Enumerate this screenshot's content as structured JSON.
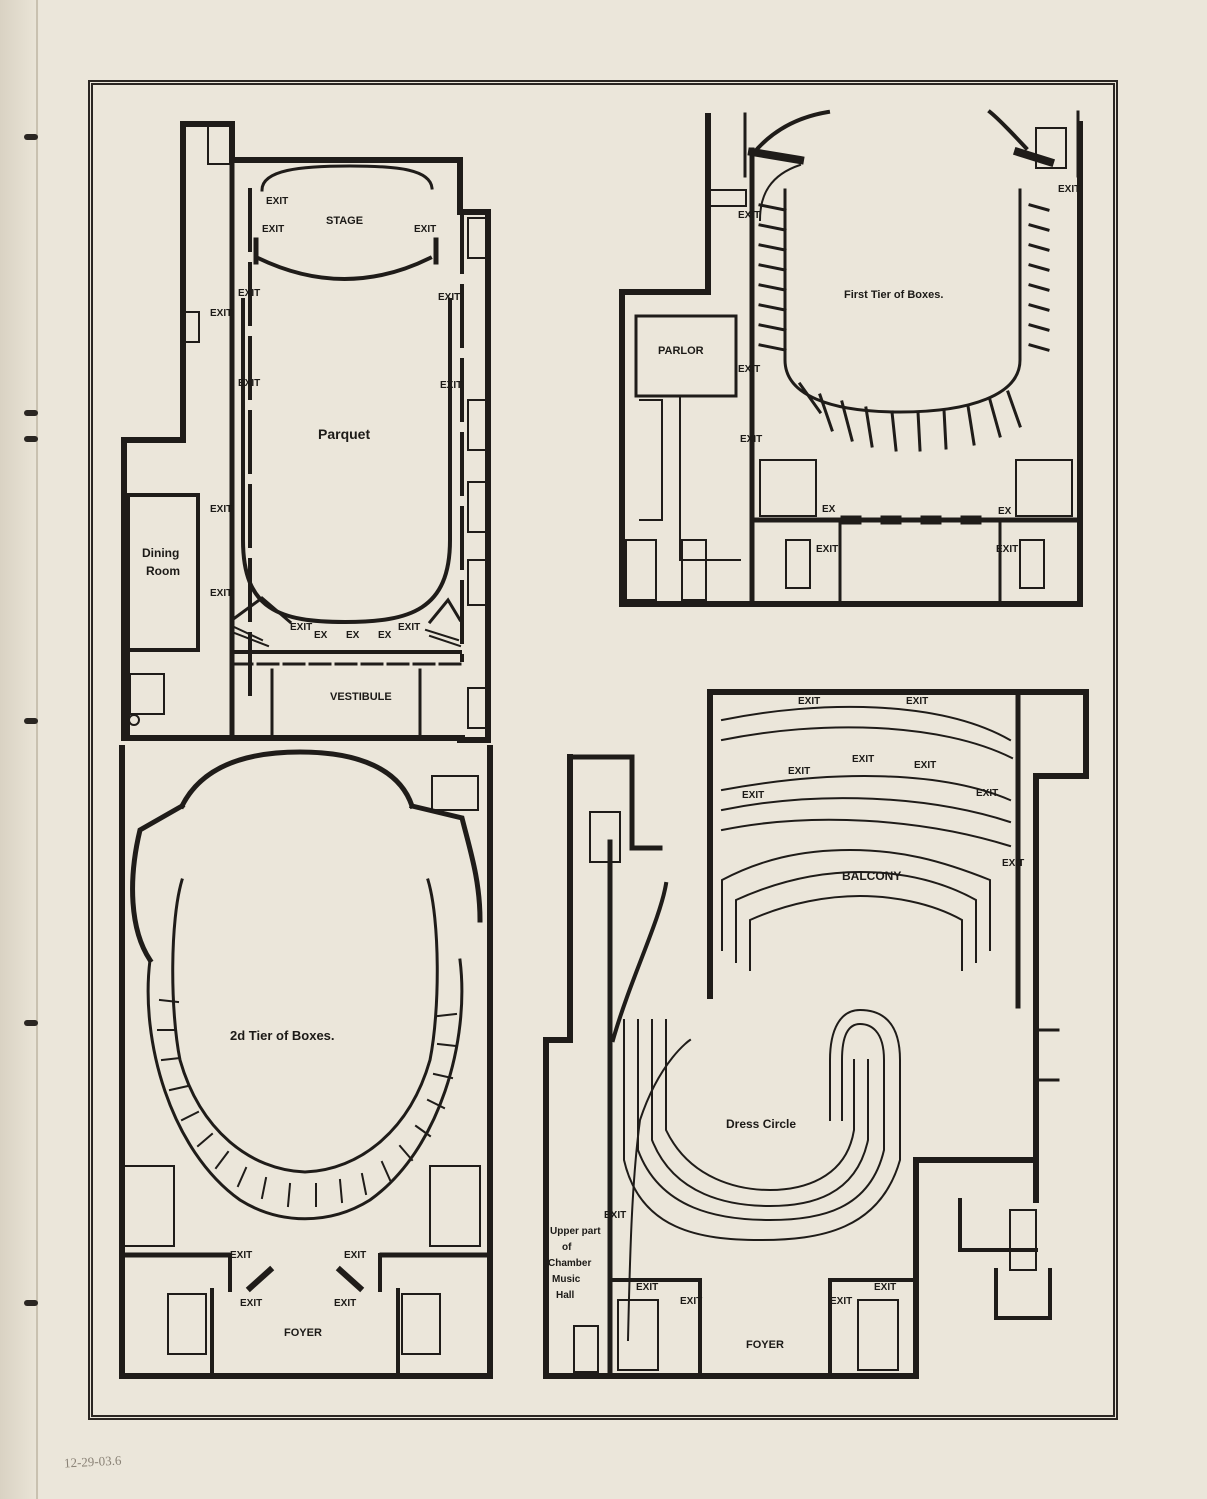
{
  "plans": {
    "parquet": {
      "title": "Parquet",
      "stage": "Stage",
      "dining": "Dining",
      "room": "Room",
      "vestibule": "Vestibule",
      "exit": "Exit",
      "ex": "Ex"
    },
    "first_tier": {
      "title": "First Tier of Boxes.",
      "parlor": "Parlor",
      "exit": "Exit",
      "ex": "Ex"
    },
    "second_tier": {
      "title": "2d Tier of Boxes.",
      "foyer": "Foyer",
      "exit": "Exit"
    },
    "balcony_dress": {
      "balcony": "Balcony",
      "dress_circle": "Dress Circle",
      "foyer": "Foyer",
      "exit": "Exit",
      "chamber_note": [
        "Upper part",
        "of",
        "Chamber",
        "Music",
        "Hall"
      ]
    }
  },
  "margin_note": "12-29-03.6"
}
